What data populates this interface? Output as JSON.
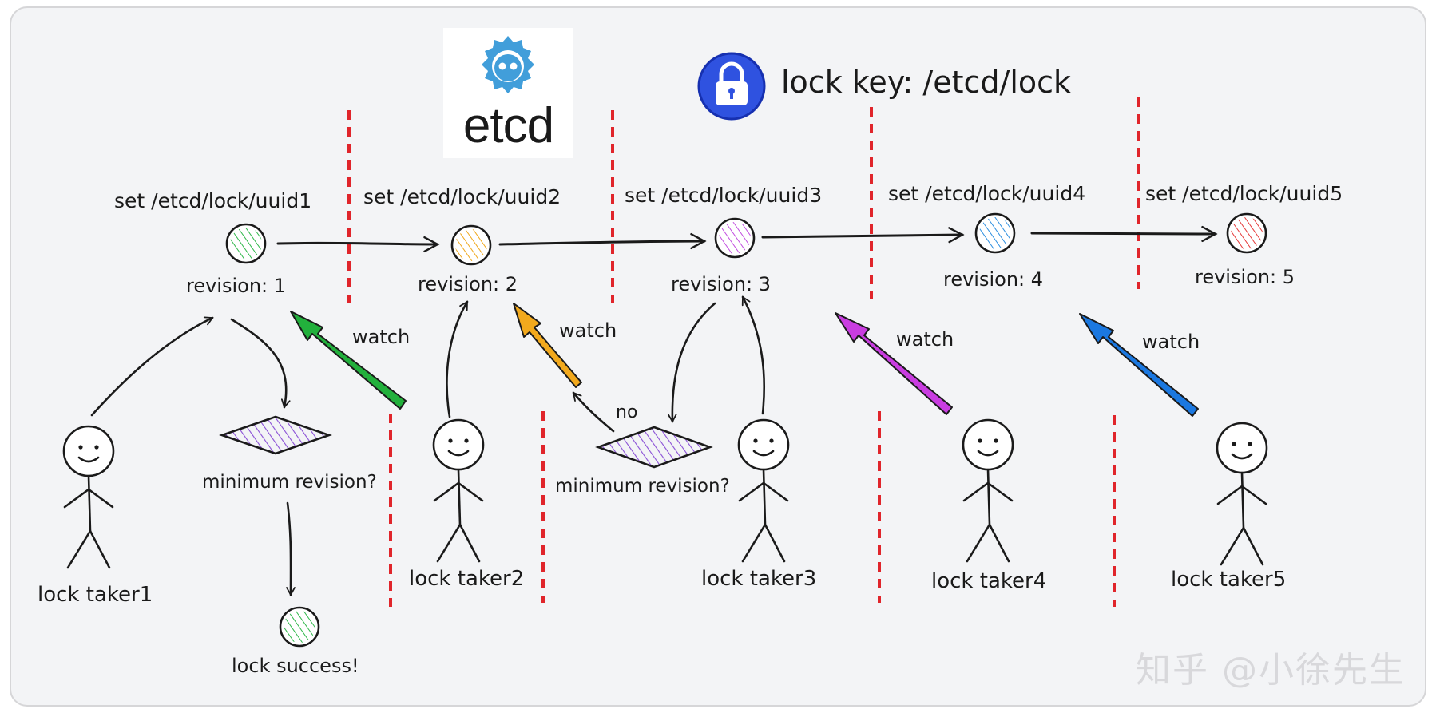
{
  "lock_key_label": "lock key: /etcd/lock",
  "logo_text": "etcd",
  "watermark": "知乎 @小徐先生",
  "operations": [
    "set /etcd/lock/uuid1",
    "set /etcd/lock/uuid2",
    "set /etcd/lock/uuid3",
    "set /etcd/lock/uuid4",
    "set /etcd/lock/uuid5"
  ],
  "revisions": [
    "revision: 1",
    "revision: 2",
    "revision: 3",
    "revision: 4",
    "revision: 5"
  ],
  "node_colors": [
    "#2fb84a",
    "#f0a81c",
    "#c24ee0",
    "#2d8fe0",
    "#e63a3a"
  ],
  "takers": [
    "lock taker1",
    "lock taker2",
    "lock taker3",
    "lock taker4",
    "lock taker5"
  ],
  "watch_label": "watch",
  "watch_colors": [
    "#22b03c",
    "#f2a91d",
    "#c93de0",
    "#1b78e0"
  ],
  "decision_label": "minimum revision?",
  "no_label": "no",
  "success_label": "lock success!",
  "lock_icon": "padlock-icon",
  "separator_color": "#e0252b"
}
